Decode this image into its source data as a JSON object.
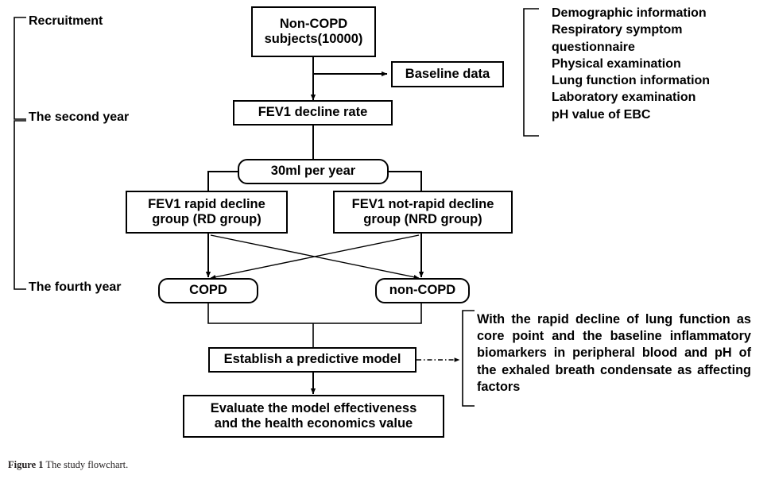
{
  "figure": {
    "caption_label": "Figure 1",
    "caption_text": "The study flowchart."
  },
  "timeline": {
    "items": [
      {
        "label": "Recruitment"
      },
      {
        "label": "The second year"
      },
      {
        "label": "The fourth year"
      }
    ]
  },
  "nodes": {
    "non_copd_subjects": "Non-COPD\nsubjects(10000)",
    "non_copd_line1": "Non-COPD",
    "non_copd_line2": "subjects(10000)",
    "baseline_data": "Baseline data",
    "fev1_decline_rate": "FEV1 decline rate",
    "threshold": "30ml per year",
    "rd_group_line1": "FEV1 rapid decline",
    "rd_group_line2": "group (RD group)",
    "nrd_group_line1": "FEV1 not-rapid decline",
    "nrd_group_line2": "group (NRD group)",
    "copd": "COPD",
    "non_copd": "non-COPD",
    "predictive_model": "Establish a predictive model",
    "evaluate_line1": "Evaluate the model effectiveness",
    "evaluate_line2": "and the health economics  value"
  },
  "baseline_measures": {
    "items": [
      "Demographic information",
      "Respiratory symptom",
      "questionnaire",
      "Physical examination",
      "Lung function information",
      "Laboratory examination",
      "pH value of EBC"
    ]
  },
  "model_note": {
    "text": "With the rapid decline of lung function as core point and the baseline inflammatory biomarkers in peripheral blood and pH of the exhaled breath condensate as affecting factors"
  },
  "colors": {
    "stroke": "#000000",
    "background": "#ffffff",
    "caption": "#231f20"
  }
}
